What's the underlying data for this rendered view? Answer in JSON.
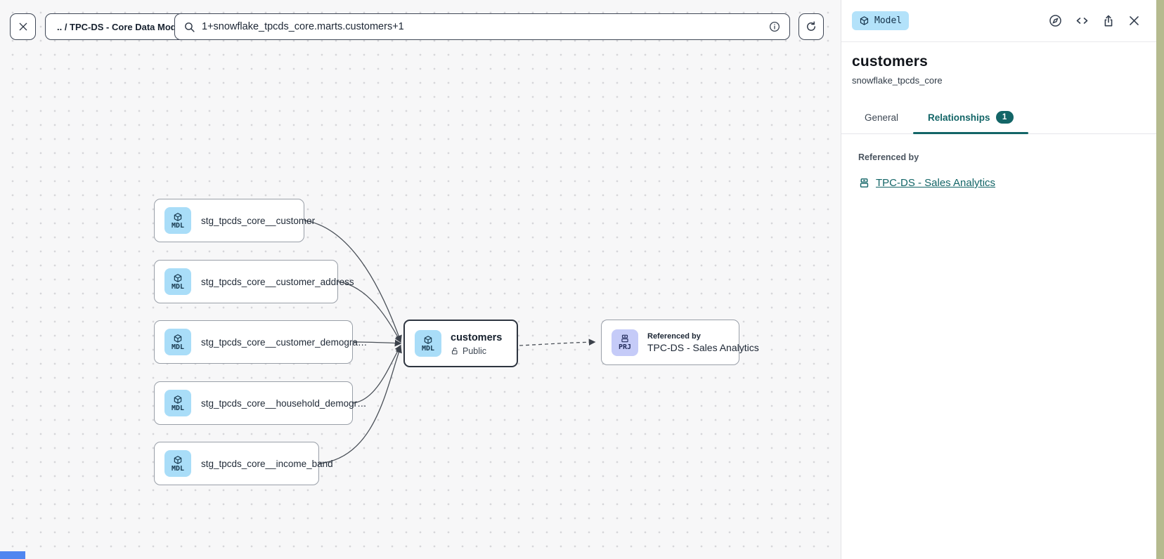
{
  "toolbar": {
    "breadcrumb": ".. / TPC-DS - Core Data Models",
    "search_value": "1+snowflake_tpcds_core.marts.customers+1"
  },
  "panel": {
    "type_badge": "Model",
    "title": "customers",
    "subtitle": "snowflake_tpcds_core",
    "tabs": {
      "general": "General",
      "relationships": "Relationships",
      "relationships_count": "1"
    },
    "referenced_by_label": "Referenced by",
    "reference_link": "TPC-DS - Sales Analytics"
  },
  "graph": {
    "upstream_nodes": [
      {
        "badge": "MDL",
        "label": "stg_tpcds_core__customer"
      },
      {
        "badge": "MDL",
        "label": "stg_tpcds_core__customer_address"
      },
      {
        "badge": "MDL",
        "label": "stg_tpcds_core__customer_demogra…"
      },
      {
        "badge": "MDL",
        "label": "stg_tpcds_core__household_demogr…"
      },
      {
        "badge": "MDL",
        "label": "stg_tpcds_core__income_band"
      }
    ],
    "selected_node": {
      "badge": "MDL",
      "title": "customers",
      "access": "Public"
    },
    "downstream_node": {
      "badge": "PRJ",
      "kicker": "Referenced by",
      "label": "TPC-DS - Sales Analytics"
    }
  },
  "colors": {
    "accent_teal": "#136567",
    "model_badge_bg": "#b3e2fa",
    "project_badge_bg": "#c5cbf8",
    "canvas_bg": "#f7f7f8"
  }
}
